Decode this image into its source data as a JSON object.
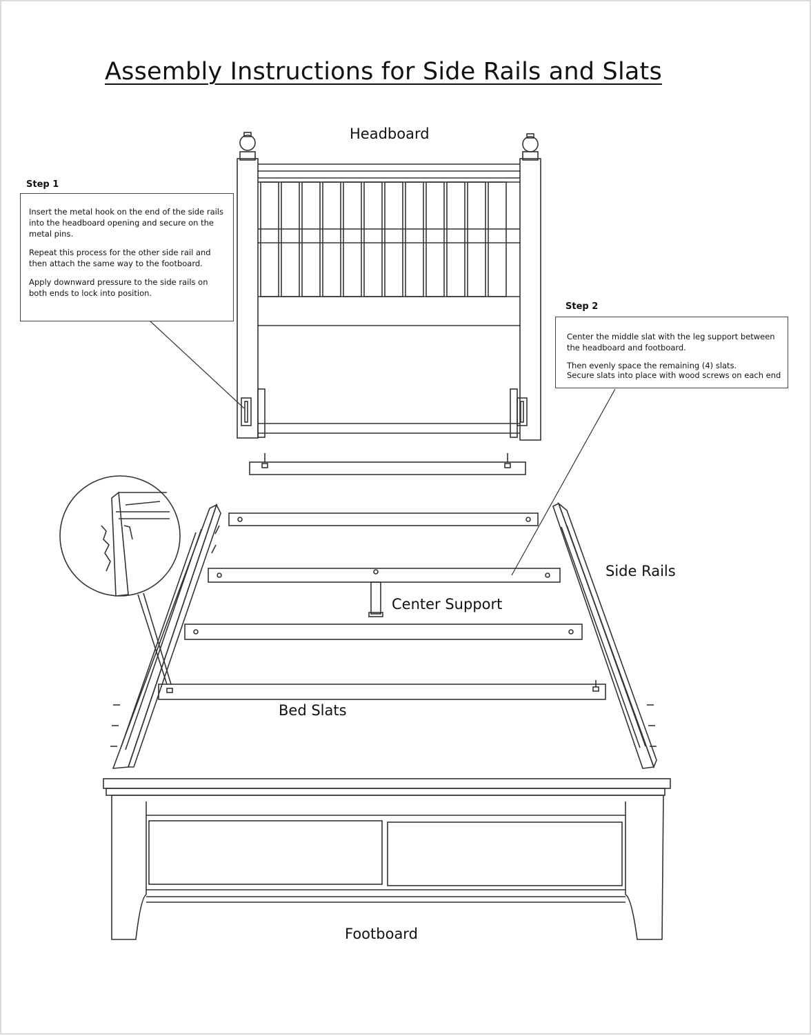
{
  "title": "Assembly Instructions for Side Rails and Slats",
  "labels": {
    "headboard": "Headboard",
    "side_rails": "Side Rails",
    "center_support": "Center Support",
    "bed_slats": "Bed Slats",
    "footboard": "Footboard"
  },
  "step1": {
    "title": "Step 1",
    "paragraphs": [
      "Insert the metal hook on the end of the side rails into the headboard opening and secure on the metal pins.",
      "Repeat this process for the other side rail and then attach the same way to the footboard.",
      "Apply downward pressure to the side rails on both ends to lock into position."
    ]
  },
  "step2": {
    "title": "Step 2",
    "paragraphs": [
      "Center the middle slat with the leg support between the headboard and footboard.",
      "Then evenly space the remaining (4) slats.",
      "Secure slats into place with wood screws on each end"
    ]
  }
}
